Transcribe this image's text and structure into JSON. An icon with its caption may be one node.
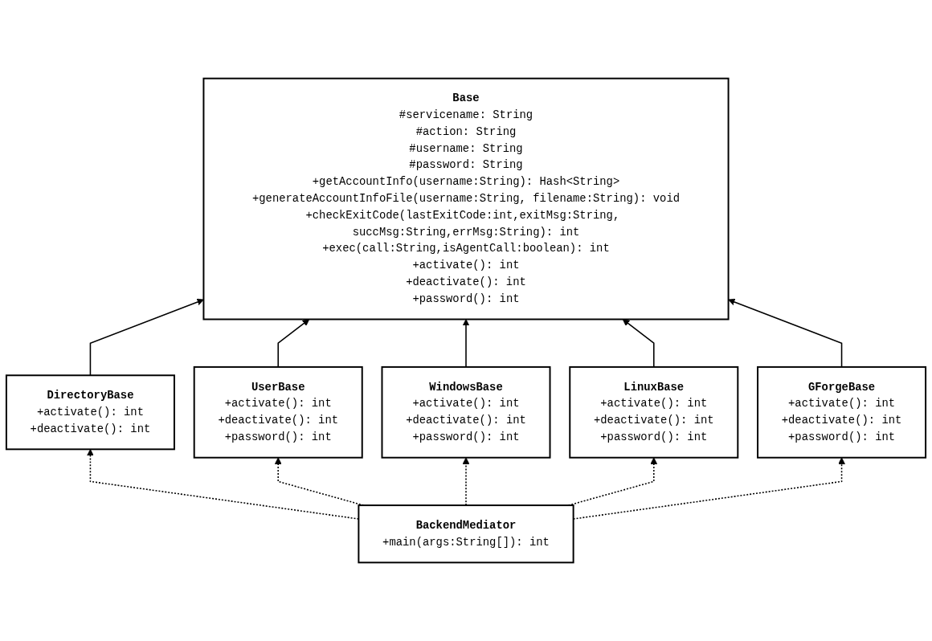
{
  "diagram": {
    "nodes": [
      {
        "text": [
          "Base",
          "#servicename: String",
          "#action: String",
          "#username: String",
          "#password: String",
          "+getAccountInfo(username:String): Hash<String>",
          "+generateAccountInfoFile(username:String, filename:String): void",
          "+checkExitCode(lastExitCode:int,exitMsg:String, succMsg:String,errMsg:String): int",
          "+exec(call:String,isAgentCall:boolean): int",
          "+activate(): int",
          "+deactivate(): int",
          "+password(): int"
        ]
      },
      {
        "text": [
          "DirectoryBase",
          "+activate(): int",
          "+deactivate(): int"
        ]
      },
      {
        "text": [
          "UserBase",
          "+activate(): int",
          "+deactivate(): int",
          "+password(): int"
        ]
      },
      {
        "text": [
          "WindowsBase",
          "+activate(): int",
          "+deactivate(): int",
          "+password(): int"
        ]
      },
      {
        "text": [
          "LinuxBase",
          "+activate(): int",
          "+deactivate(): int",
          "+password(): int"
        ]
      },
      {
        "text": [
          "GForgeBase",
          "+activate(): int",
          "+deactivate(): int",
          "+password(): int"
        ]
      },
      {
        "text": [
          "BackendMediator",
          "+main(args:String[]): int"
        ]
      }
    ],
    "edges": [
      {
        "from": 1,
        "to": 0,
        "arrow": "to"
      },
      {
        "from": 2,
        "to": 0,
        "arrow": "to"
      },
      {
        "from": 3,
        "to": 0,
        "arrow": "to"
      },
      {
        "from": 4,
        "to": 0,
        "arrow": "to"
      },
      {
        "from": 5,
        "to": 0,
        "arrow": "to"
      },
      {
        "from": 6,
        "to": 1,
        "arrow": "to",
        "style": "dashed"
      },
      {
        "from": 6,
        "to": 2,
        "arrow": "to",
        "style": "dashed"
      },
      {
        "from": 6,
        "to": 3,
        "arrow": "to",
        "style": "dashed"
      },
      {
        "from": 6,
        "to": 4,
        "arrow": "to",
        "style": "dashed"
      },
      {
        "from": 6,
        "to": 5,
        "arrow": "to",
        "style": "dashed"
      }
    ]
  }
}
